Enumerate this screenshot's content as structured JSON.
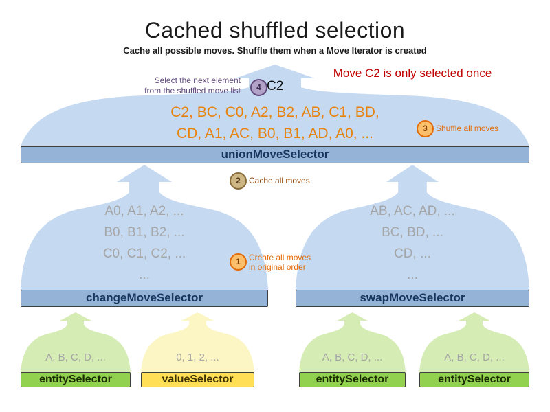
{
  "title": "Cached shuffled selection",
  "subtitle": "Cache all possible moves. Shuffle them when a Move Iterator is created",
  "note_right": "Move C2 is only selected once",
  "annotation": {
    "line1": "Select the next element",
    "line2": "from the shuffled move list"
  },
  "selected_move": "C2",
  "union": {
    "label": "unionMoveSelector",
    "moves_line1": "C2, BC, C0, A2, B2, AB, C1, BD,",
    "moves_line2": "CD, A1, AC, B0, B1, AD, A0, ..."
  },
  "steps": [
    {
      "num": "1",
      "label_line1": "Create all moves",
      "label_line2": "in original order"
    },
    {
      "num": "2",
      "label": "Cache all moves"
    },
    {
      "num": "3",
      "label": "Shuffle all moves"
    },
    {
      "num": "4"
    }
  ],
  "change": {
    "label": "changeMoveSelector",
    "lines": [
      "A0, A1, A2, ...",
      "B0, B1, B2, ...",
      "C0, C1, C2, ...",
      "..."
    ]
  },
  "swap": {
    "label": "swapMoveSelector",
    "lines": [
      "AB, AC, AD, ...",
      "BC, BD, ...",
      "CD, ...",
      "..."
    ]
  },
  "selectors": [
    {
      "label": "entitySelector",
      "values": "A, B, C, D, ...",
      "type": "entity"
    },
    {
      "label": "valueSelector",
      "values": "0, 1, 2, ...",
      "type": "value"
    },
    {
      "label": "entitySelector",
      "values": "A, B, C, D, ...",
      "type": "entity"
    },
    {
      "label": "entitySelector",
      "values": "A, B, C, D, ...",
      "type": "entity"
    }
  ],
  "colors": {
    "funnel_blue": "#c5d9f1",
    "funnel_green": "#d5ecb4",
    "funnel_yellow": "#fcf5c4",
    "bar_blue": "#95b3d7",
    "bar_green": "#92d050",
    "bar_yellow": "#ffdf55",
    "moves_orange": "#e8820c",
    "note_red": "#c00000",
    "annotation_purple": "#604a7b",
    "grey_text": "#a6a6a6"
  }
}
